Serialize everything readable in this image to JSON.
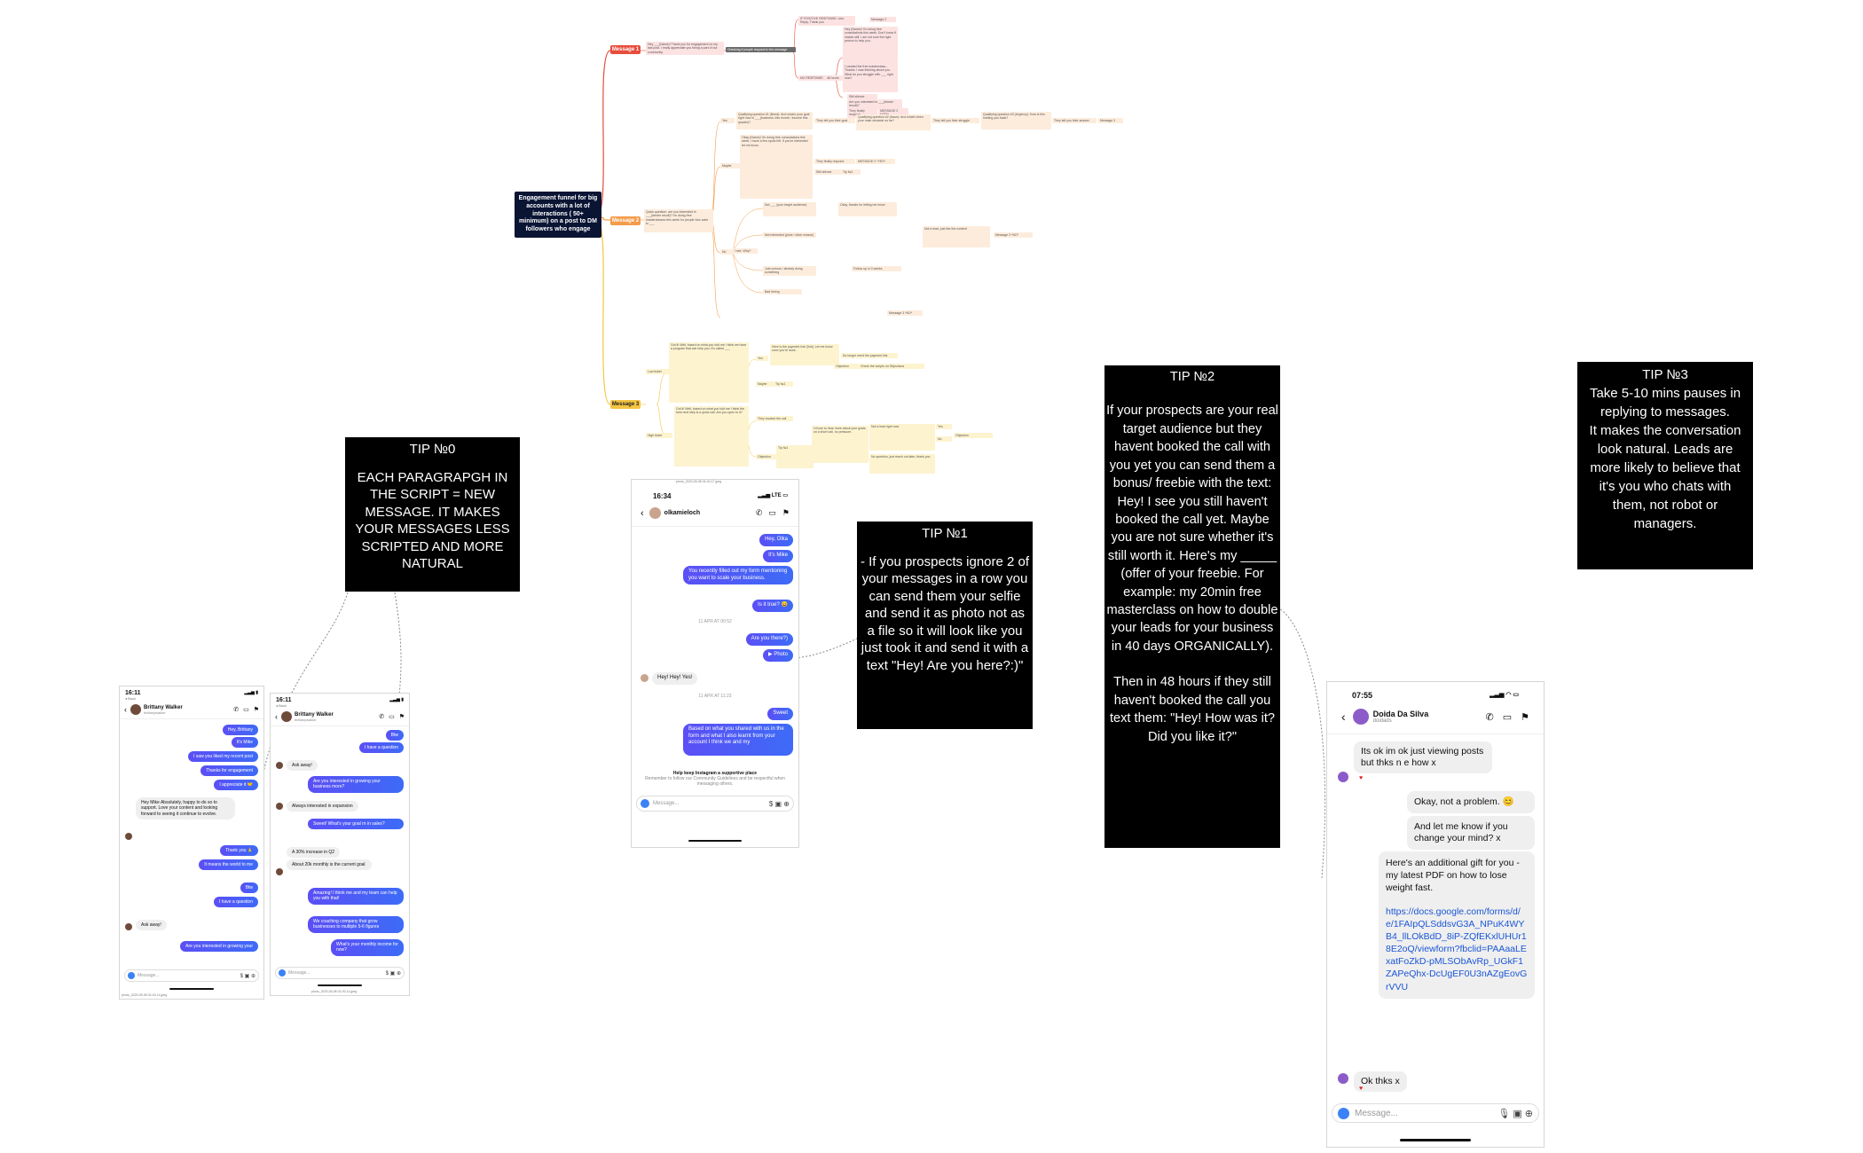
{
  "mindmap": {
    "root": "Engagement funnel for big accounts with a lot of interactions ( 50+ minimum) on a post to DM followers who engage",
    "message1": {
      "tag": "Message 1",
      "text": "Hey ___(Name)! Thank you for engagement on my last post. I really appreciate you being a part of our community.",
      "action": "Checking if people respond to the message",
      "positive": "IF POSITIVE RESPONSE: Like, Reply, Thank you",
      "positive_next": "Message 2",
      "no_response": "NO RESPONSE",
      "after": "48 hours",
      "reminder": "Hey (Name)! I'm doing free consultations this week. Don't know if makes still. I am not sure the right person to help you.",
      "followup": "I created the free masterclass... Thanks. I was thinking about you. What do you struggle with ___ right now?",
      "still_no": "Still silence",
      "final": "Are you interested in ___(dream result)?",
      "replied": "They finally respond",
      "replied_next": "MESSAGE 2 *YES*"
    },
    "message2": {
      "tag": "Message 2",
      "lead": "Quick question: are you interested in ___(dream result)? I'm doing free masterclasses this week for people who want to ___",
      "yes": "Yes",
      "yes_reply": "Qualifying question #1 (Need): And what's your goal right now in ___(business: this month / income this quarter)?",
      "tell_more": "They tell you their goal",
      "q2": "Qualifying question #2 (Issue): And what's been your main obstacle so far?",
      "q2_reply": "They tell you their struggle",
      "q3": "Qualifying question #3 (Urgency): How is this holding you back?",
      "q3_reply": "They tell you their answer",
      "q3_next": "Message 3",
      "maybe": "Maybe",
      "maybe_text": "Okay (Name)! I'm doing free consultations this week, I have a few spots left. If you're interested let me know.",
      "no_response": "They finally respond",
      "no_response_next": "MESSAGE 2 *YES*",
      "still_silence": "Still silence",
      "still_silence_next": "Tip №1",
      "no": "No",
      "no_lead": "I see. Why?",
      "no_reason1": "Not ___ (your target audience)",
      "no_reason2": "Not interested (price / other reason)",
      "no_reason3": "Just curious / already doing something",
      "no_reason4": "Bad timing",
      "ok_msg": "Okay, thanks for letting me know",
      "sell_later": "Message 3 *NO*",
      "follow_later": "Follow up in 3 weeks",
      "tag_nolead": "Not a lead, just like the content",
      "resend": "Message 3 *NO*"
    },
    "message3": {
      "tag": "Message 3",
      "low_ticket": "Low ticket",
      "lt_intro": "Got it! Well, based on what you told me I think we have a program that can help you. It's called ___",
      "lt_yes": "Yes",
      "lt_yes_text": "Here is the payment link: [link]. Let me know once you're done.",
      "lt_yes_next": "No longer need the payment link",
      "lt_objection": "Objection",
      "lt_objection_next": "Check the scripts on Objections",
      "lt_maybe": "Maybe",
      "lt_maybe_next": "Tip №1",
      "high_ticket": "High ticket",
      "ht_intro": "Got it! Well, based on what you told me I think the best next step is a quick call. Are you open to it?",
      "ht_yes": "Yes",
      "ht_yes_text": "They booked the call",
      "ht_no_text": "I'd love to hear more about your goals on a short call, no pressure.",
      "ht_objection": "Objection",
      "ht_objection_next": "Tip №1",
      "ht_no": "No",
      "ht_no_text2": "Not a lead right now",
      "ht_followup": "No question, just reach out later, thank you."
    }
  },
  "tips": {
    "tip0": {
      "title": "TIP №0",
      "body": "EACH PARAGRAPGH IN THE SCRIPT = NEW MESSAGE. IT MAKES YOUR MESSAGES LESS SCRIPTED AND MORE NATURAL"
    },
    "tip1": {
      "title": "TIP №1",
      "body": "- If you prospects ignore 2 of your messages in a row you can send them your selfie and send it as photo not as a file so it will look like you just took it and send it with a text \"Hey! Are you here?:)\""
    },
    "tip2": {
      "title": "TIP №2",
      "body": "If your prospects are your real target audience but they havent booked the call with you yet you can send them a bonus/ freebie with the text: Hey! I see you still haven't booked the call yet. Maybe you are not sure whether it's still worth it. Here's my _____ (offer of your freebie. For example: my 20min free masterclass on how to double your leads for your business in 40 days ORGANICALLY).",
      "body2": "Then in 48 hours if they still haven't booked the call you text them: \"Hey! How was it? Did you like it?\""
    },
    "tip3": {
      "title": "TIP №3",
      "body": "Take 5-10 mins pauses in replying to messages.",
      "body2": "It makes the conversation look natural. Leads are more likely to believe that it's you who chats with them, not robot or managers."
    }
  },
  "phone_a": {
    "time": "16:11",
    "back": "◂ Back",
    "name": "Brittany Walker",
    "handle": "brittanywalker",
    "messages": [
      {
        "from": "me",
        "text": "Hey, Brittany"
      },
      {
        "from": "me",
        "text": "It's Mike"
      },
      {
        "from": "me",
        "text": "I saw you liked my recent post"
      },
      {
        "from": "me",
        "text": "Thanks for engagement"
      },
      {
        "from": "me",
        "text": "I appreciate it 🤝"
      },
      {
        "from": "them",
        "text": "Hey Mike Absolutely, happy to do so to support. Love your content and looking forward to seeing it continue to evolve."
      },
      {
        "from": "me",
        "text": "Thank you 🙏"
      },
      {
        "from": "me",
        "text": "It means the world to me"
      },
      {
        "from": "me",
        "text": "Btw"
      },
      {
        "from": "me",
        "text": "I have a question"
      },
      {
        "from": "them",
        "text": "Ask away!"
      },
      {
        "from": "me",
        "text": "Are you interested in growing your"
      }
    ],
    "placeholder": "Message...",
    "caption": "photo_2023-05-08 02-00-14.jpeg"
  },
  "phone_b": {
    "time": "16:11",
    "back": "◂ Back",
    "name": "Brittany Walker",
    "handle": "brittanywalker",
    "messages": [
      {
        "from": "me",
        "text": "Btw"
      },
      {
        "from": "me",
        "text": "I have a question"
      },
      {
        "from": "them",
        "text": "Ask away!"
      },
      {
        "from": "me",
        "text": "Are you interested in growing your business more?"
      },
      {
        "from": "them",
        "text": "Always interested in expansion"
      },
      {
        "from": "me",
        "text": "Sweet! What's your goal rn in sales?"
      },
      {
        "from": "them",
        "text": "A 30% increase in Q2"
      },
      {
        "from": "them",
        "text": "About 20k monthly is the current goal"
      },
      {
        "from": "me",
        "text": "Amazing! I think me and my team can help you with that!"
      },
      {
        "from": "me",
        "text": "We coaching company that grow businesses to multiple 5-6 figures"
      },
      {
        "from": "me",
        "text": "What's your monthly income for now?"
      }
    ],
    "placeholder": "Message...",
    "caption": "photo_2023-05-08 02-00-14.jpeg"
  },
  "phone_c": {
    "time": "16:34",
    "net": "LTE",
    "name": "olkamieloch",
    "messages": [
      {
        "from": "me",
        "text": "Hey, Olka"
      },
      {
        "from": "me",
        "text": "It's Mike"
      },
      {
        "from": "me",
        "text": "You recently filled out my form mentioning you want to scale your business."
      },
      {
        "from": "me",
        "text": "Is it true? 😀"
      },
      {
        "from": "me",
        "text": "Are you there?)"
      },
      {
        "from": "me",
        "text": "▶ Photo"
      },
      {
        "from": "them",
        "text": "Hey! Hey! Yes!"
      },
      {
        "from": "me",
        "text": "Sweet"
      },
      {
        "from": "me",
        "text": "Based on what you shared with us in the form and what I also learnt from your account I think we and my"
      }
    ],
    "ts1": "11 APR AT 00:52",
    "ts2": "11 APR AT 11:23",
    "notice_title": "Help keep Instagram a supportive place",
    "notice_body": "Remember to follow our Community Guidelines and be respectful when messaging others.",
    "placeholder": "Message...",
    "caption": "photo_2023-05-08 04-00-17.jpeg"
  },
  "phone_d": {
    "time": "07:55",
    "name": "Doida Da Silva",
    "handle": "doidads",
    "msg1": "Its ok im ok just viewing posts but thks n e how x",
    "msg2": "Okay, not a problem. 😊",
    "msg3": "And let me know if you change your mind? x",
    "msg4": "Here's an additional gift for you - my latest PDF on how to lose weight fast.",
    "link": "https://docs.google.com/forms/d/e/1FAIpQLSddsvG3A_NPuK4WYB4_llLOkBdD_8iP-ZQfEKxlUHUr18E2oQ/viewform?fbclid=PAAaaLExatFoZkD-pMLSObAvRp_UGkF1ZAPeQhx-DcUgEF0U3nAZgEovGrVVU",
    "msg5": "Ok thks x",
    "placeholder": "Message..."
  },
  "colors": {
    "outgoing_bubble": "#4f5cf6",
    "tip_bg": "#000000",
    "root_bg": "#0a1433",
    "message1": "#e74c3c",
    "message2": "#f39c4a",
    "message3": "#f4c542"
  }
}
